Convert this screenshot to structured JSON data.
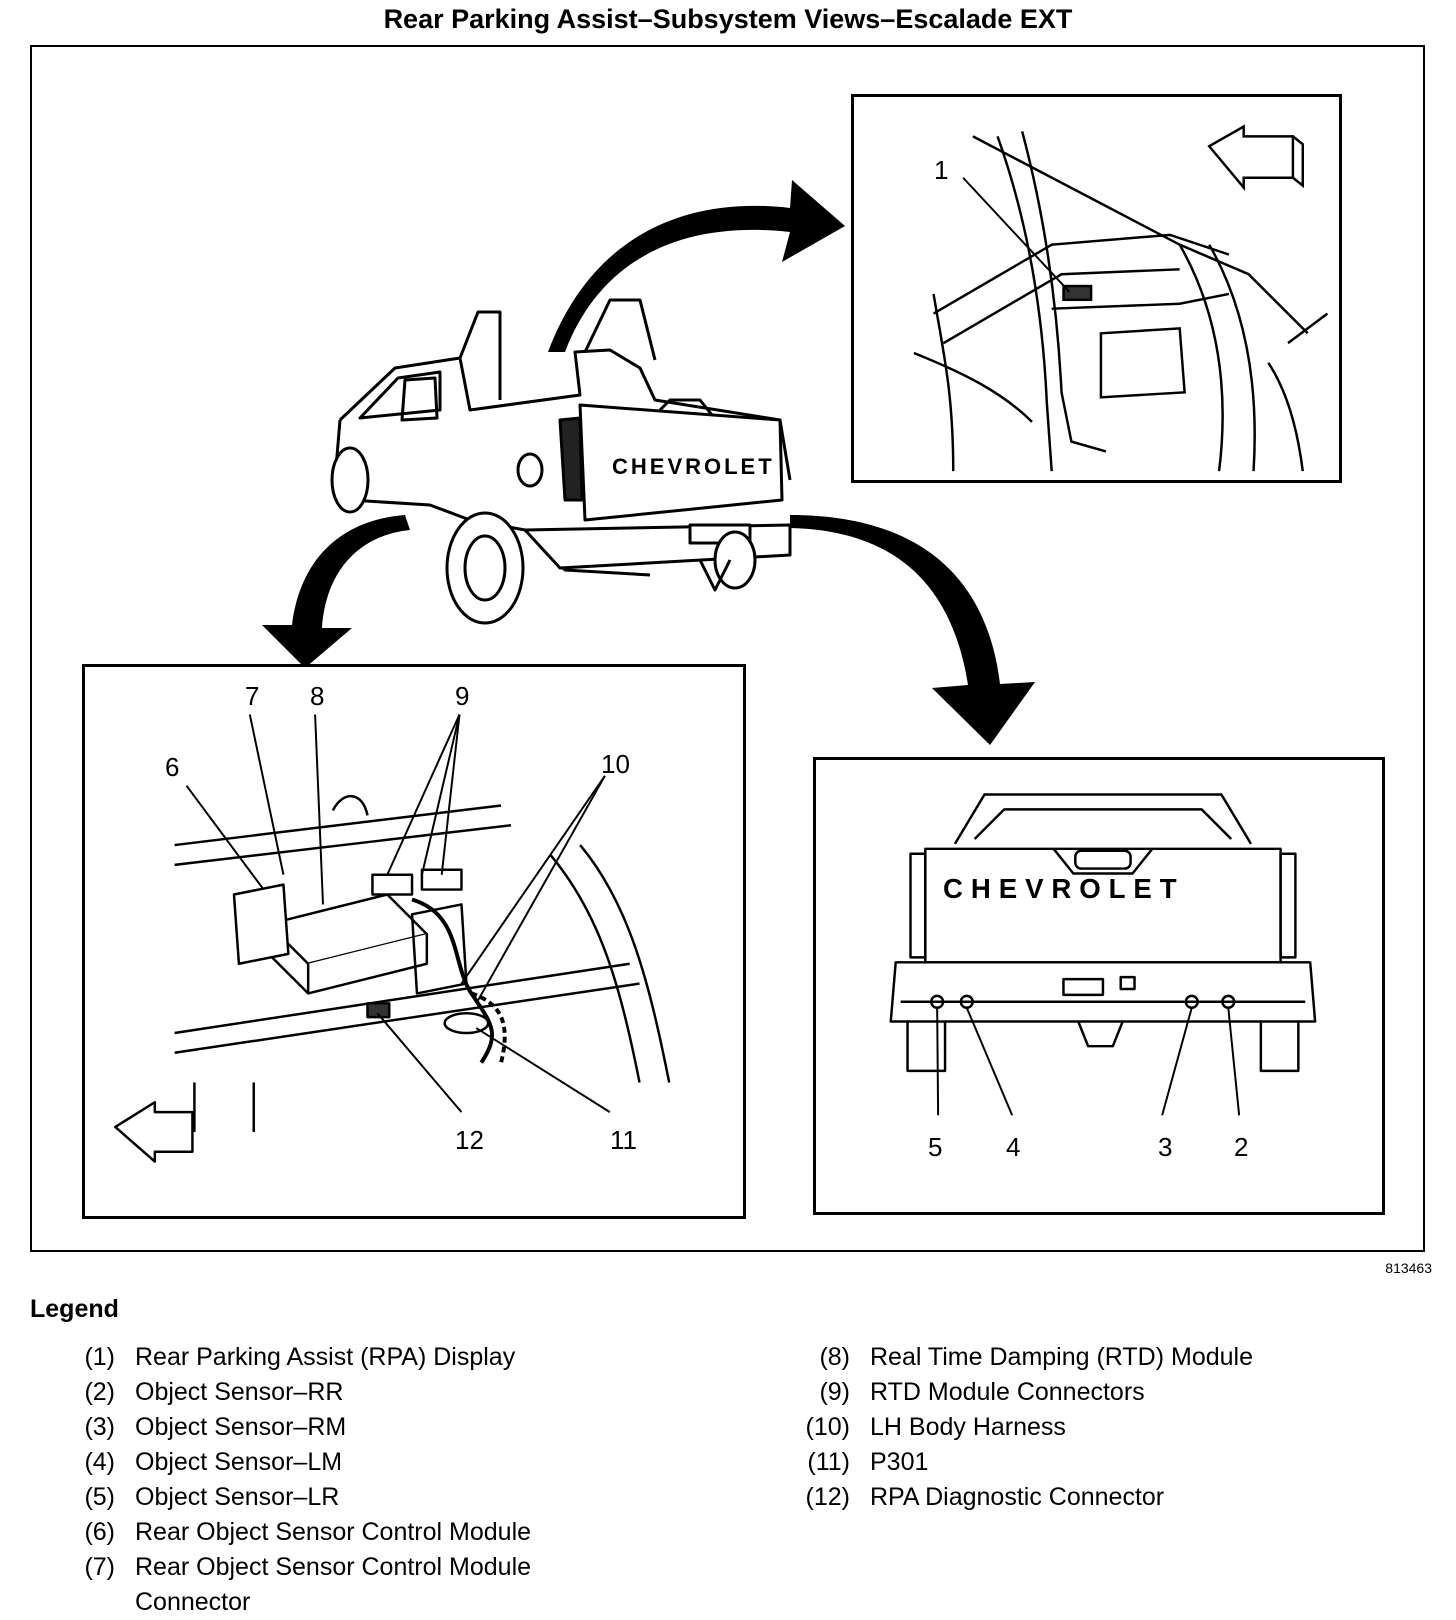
{
  "title": "Rear Parking Assist–Subsystem Views–Escalade EXT",
  "figure_id": "813463",
  "truck_badge": "CHEVROLET",
  "callouts": {
    "c1": "1",
    "c2": "2",
    "c3": "3",
    "c4": "4",
    "c5": "5",
    "c6": "6",
    "c7": "7",
    "c8": "8",
    "c9": "9",
    "c10": "10",
    "c11": "11",
    "c12": "12"
  },
  "legend": {
    "title": "Legend",
    "items": [
      {
        "num": "(1)",
        "text": "Rear Parking Assist (RPA) Display"
      },
      {
        "num": "(2)",
        "text": "Object Sensor–RR"
      },
      {
        "num": "(3)",
        "text": "Object Sensor–RM"
      },
      {
        "num": "(4)",
        "text": "Object Sensor–LM"
      },
      {
        "num": "(5)",
        "text": "Object Sensor–LR"
      },
      {
        "num": "(6)",
        "text": "Rear Object Sensor Control Module"
      },
      {
        "num": "(7)",
        "text": "Rear Object Sensor Control Module Connector"
      },
      {
        "num": "(8)",
        "text": "Real Time Damping (RTD) Module"
      },
      {
        "num": "(9)",
        "text": "RTD Module Connectors"
      },
      {
        "num": "(10)",
        "text": "LH Body Harness"
      },
      {
        "num": "(11)",
        "text": "P301"
      },
      {
        "num": "(12)",
        "text": "RPA Diagnostic Connector"
      }
    ]
  }
}
